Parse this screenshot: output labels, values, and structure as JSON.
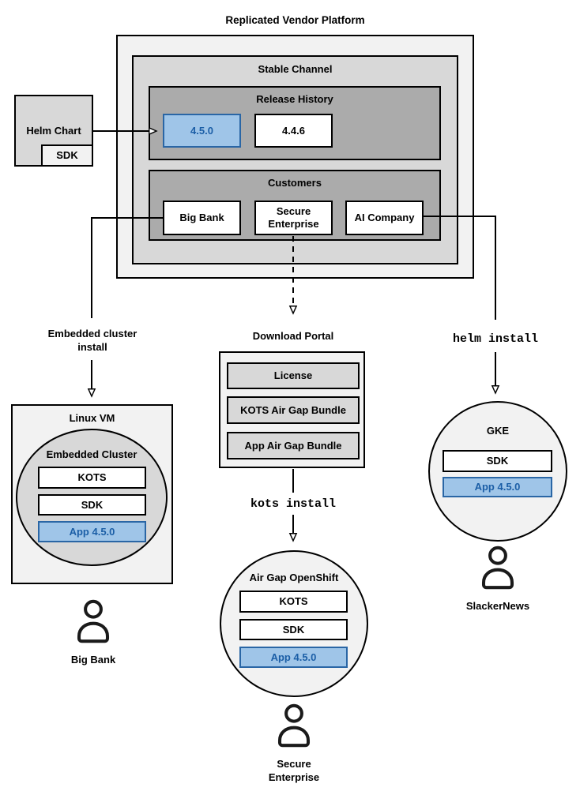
{
  "diagram_title": "Replicated Vendor Platform",
  "platform": {
    "stable_channel": {
      "title": "Stable Channel",
      "release_history": {
        "title": "Release History",
        "releases": [
          "4.5.0",
          "4.4.6"
        ]
      },
      "customers": {
        "title": "Customers",
        "items": [
          "Big Bank",
          "Secure Enterprise",
          "AI Company"
        ]
      }
    }
  },
  "helm_chart": {
    "label": "Helm Chart",
    "sdk": "SDK"
  },
  "labels": {
    "embedded_install": "Embedded cluster install",
    "download_portal": "Download Portal",
    "kots_install": "kots install",
    "helm_install": "helm install"
  },
  "download_portal": {
    "items": [
      "License",
      "KOTS Air Gap Bundle",
      "App Air Gap Bundle"
    ]
  },
  "deployments": {
    "linux_vm": {
      "title": "Linux VM",
      "cluster": "Embedded Cluster",
      "kots": "KOTS",
      "sdk": "SDK",
      "app": "App 4.5.0",
      "user": "Big Bank"
    },
    "openshift": {
      "title": "Air Gap OpenShift",
      "kots": "KOTS",
      "sdk": "SDK",
      "app": "App 4.5.0",
      "user": "Secure Enterprise"
    },
    "gke": {
      "title": "GKE",
      "sdk": "SDK",
      "app": "App 4.5.0",
      "user": "SlackerNews"
    }
  },
  "colors": {
    "highlight_fill": "#9fc5e8",
    "highlight_border": "#2a66a5",
    "highlight_text": "#1b5ea6",
    "box_light": "#f2f2f2",
    "box_mid": "#d8d8d8",
    "box_dark": "#ababab"
  }
}
